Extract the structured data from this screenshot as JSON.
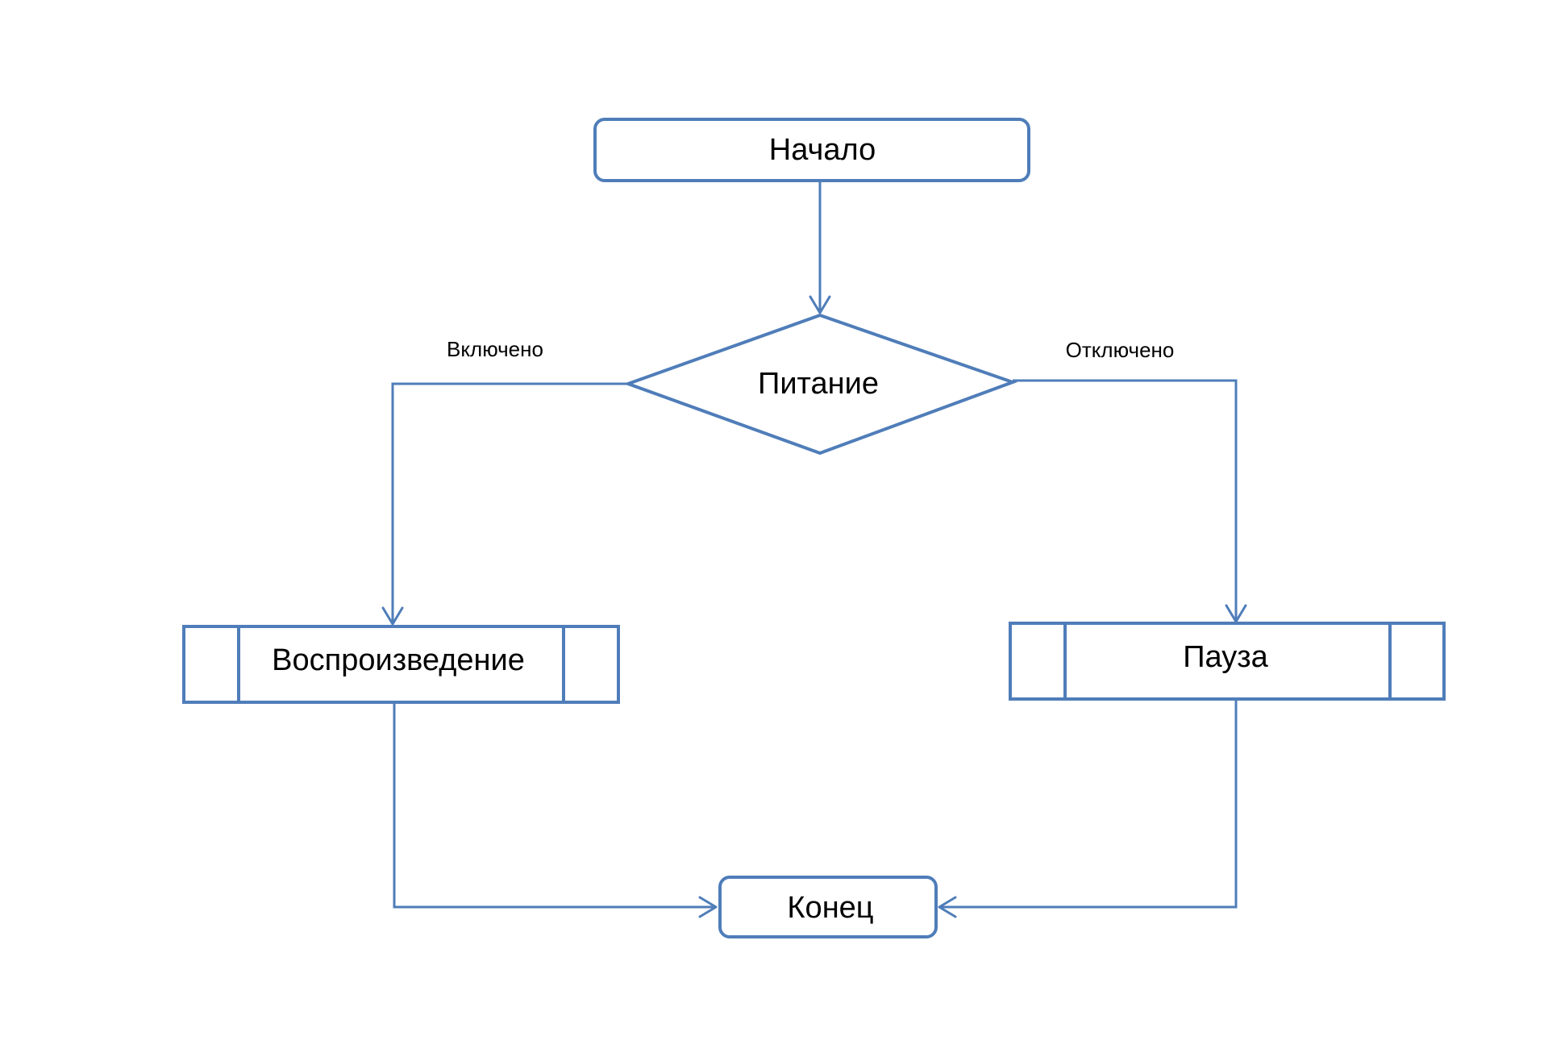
{
  "diagram": {
    "nodes": {
      "start": {
        "label": "Начало"
      },
      "decision": {
        "label": "Питание"
      },
      "playback": {
        "label": "Воспроизведение"
      },
      "pause": {
        "label": "Пауза"
      },
      "end": {
        "label": "Конец"
      }
    },
    "edges": {
      "on": {
        "label": "Включено"
      },
      "off": {
        "label": "Отключено"
      }
    }
  },
  "colors": {
    "stroke": "#4F7DB9",
    "fill": "#FFFFFF",
    "text": "#000000"
  }
}
